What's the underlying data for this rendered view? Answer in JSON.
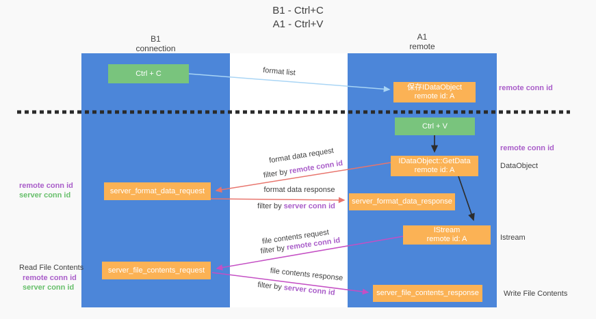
{
  "title": {
    "line1": "B1 - Ctrl+C",
    "line2": "A1 - Ctrl+V"
  },
  "lanes": {
    "b1": {
      "name": "B1",
      "subtitle": "connection"
    },
    "a1": {
      "name": "A1",
      "subtitle": "remote"
    }
  },
  "nodes": {
    "ctrl_c": {
      "label": "Ctrl + C"
    },
    "save_idataobject": {
      "line1": "保存IDataObject",
      "line2": "remote id: A"
    },
    "ctrl_v": {
      "label": "Ctrl + V"
    },
    "idataobject_getdata": {
      "line1": "IDataObject::GetData",
      "line2": "remote id: A"
    },
    "server_format_data_request": {
      "label": "server_format_data_request"
    },
    "server_format_data_response": {
      "label": "server_format_data_response"
    },
    "istream": {
      "line1": "IStream",
      "line2": "remote id: A"
    },
    "server_file_contents_request": {
      "label": "server_file_contents_request"
    },
    "server_file_contents_response": {
      "label": "server_file_contents_response"
    }
  },
  "flows": {
    "format_list": {
      "label": "format list"
    },
    "format_data_request": {
      "label": "format data request",
      "filter_prefix": "filter by ",
      "filter_value": "remote conn id"
    },
    "format_data_response": {
      "label": "format data response",
      "filter_prefix": "filter by ",
      "filter_value": "server conn id"
    },
    "file_contents_request": {
      "label": "file contents request",
      "filter_prefix": "filter by ",
      "filter_value": "remote conn id"
    },
    "file_contents_response": {
      "label": "file contents response",
      "filter_prefix": "filter by ",
      "filter_value": "server conn id"
    }
  },
  "annotations": {
    "remote_conn_id_top": "remote conn id",
    "remote_conn_id_mid": "remote conn id",
    "dataobject": "DataObject",
    "istream": "Istream",
    "format_left_remote": "remote conn id",
    "format_left_server": "server conn id",
    "read_file_contents": "Read File Contents",
    "file_left_remote": "remote conn id",
    "file_left_server": "server conn id",
    "write_file_contents": "Write File Contents"
  },
  "colors": {
    "lane_blue": "#4c86d9",
    "box_green": "#79c47d",
    "box_orange": "#fbb255",
    "arrow_light_blue": "#a9d5f5",
    "arrow_red": "#e8756d",
    "arrow_magenta": "#c44fc4",
    "arrow_black": "#2d2d2d",
    "label_purple": "#a95dc9",
    "label_green": "#67bf6b",
    "text_dark": "#3f3f3f",
    "background": "#f9f9f9"
  }
}
